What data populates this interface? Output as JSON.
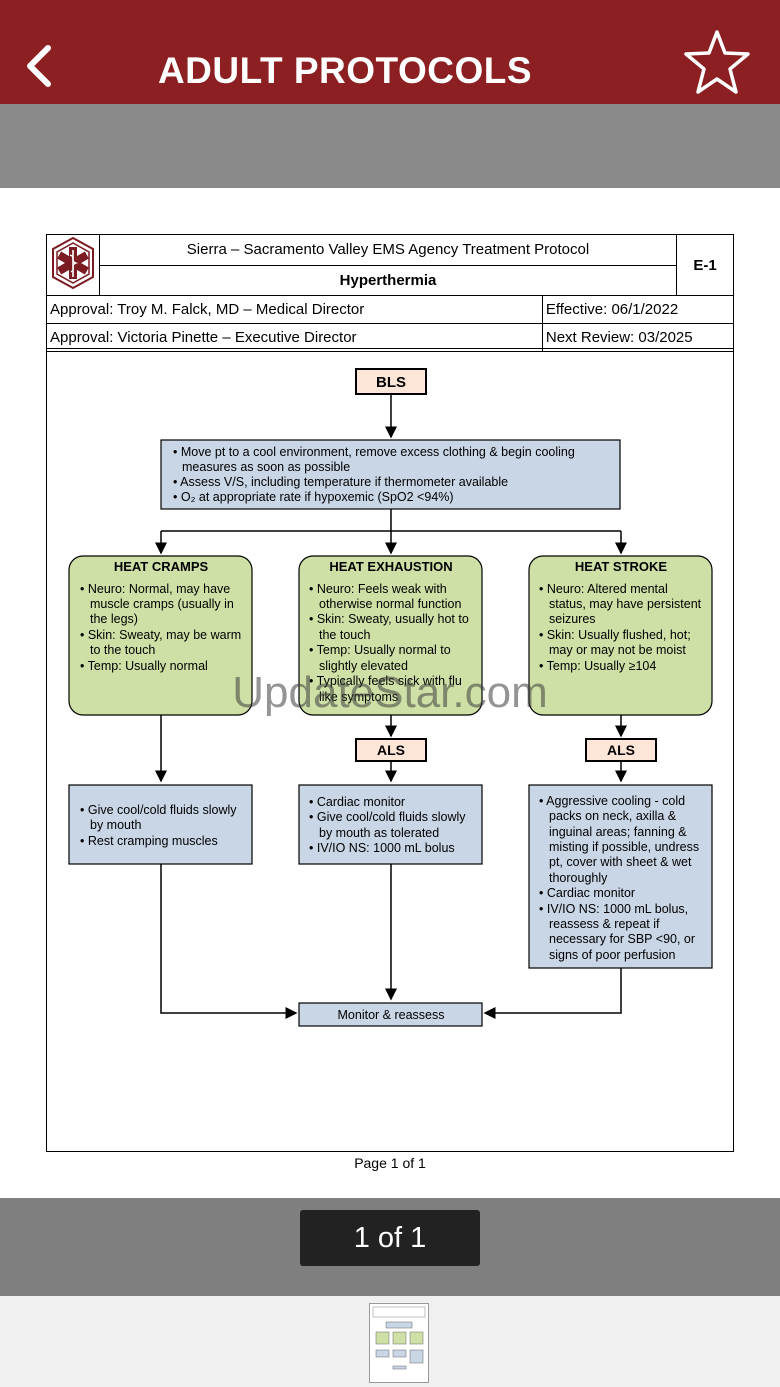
{
  "app": {
    "title": "ADULT PROTOCOLS",
    "header_color": "#8b1f21"
  },
  "document": {
    "agency": "Sierra – Sacramento Valley EMS Agency Treatment Protocol",
    "protocol_title": "Hyperthermia",
    "protocol_id": "E-1",
    "approval_1": "Approval: Troy M. Falck, MD – Medical Director",
    "effective": "Effective: 06/1/2022",
    "approval_2": "Approval: Victoria Pinette – Executive Director",
    "next_review": "Next Review: 03/2025",
    "page_footer": "Page 1 of 1"
  },
  "flowchart": {
    "bls_label": "BLS",
    "bls_box": [
      "• Move pt to a cool environment, remove excess clothing & begin cooling",
      "measures as soon as possible",
      "• Assess V/S, including temperature if thermometer available",
      "• O₂ at appropriate rate if hypoxemic (SpO2 <94%)"
    ],
    "cramps": {
      "title": "HEAT CRAMPS",
      "lines": [
        "• Neuro: Normal, may have",
        "muscle cramps (usually in",
        "the legs)",
        "• Skin: Sweaty, may be warm",
        "to the touch",
        "• Temp: Usually normal"
      ]
    },
    "exhaustion": {
      "title": "HEAT EXHAUSTION",
      "lines": [
        "• Neuro: Feels weak with",
        "otherwise normal function",
        "• Skin: Sweaty, usually hot to",
        "the touch",
        "• Temp: Usually normal to",
        "slightly elevated",
        "• Typically feels sick with flu",
        "like symptoms"
      ]
    },
    "stroke": {
      "title": "HEAT STROKE",
      "lines": [
        "• Neuro: Altered mental",
        "status, may have persistent",
        "seizures",
        "• Skin: Usually flushed, hot;",
        "may or may not be moist",
        "• Temp: Usually ≥104"
      ]
    },
    "als_label": "ALS",
    "cramps_tx": [
      "• Give cool/cold fluids slowly",
      "by mouth",
      "• Rest cramping muscles"
    ],
    "exhaustion_tx": [
      "• Cardiac monitor",
      "• Give cool/cold fluids slowly",
      "by mouth as tolerated",
      "• IV/IO NS: 1000 mL bolus"
    ],
    "stroke_tx": [
      "• Aggressive cooling - cold",
      "packs on neck, axilla &",
      "inguinal areas; fanning &",
      "misting if possible, undress",
      "pt, cover with sheet & wet",
      "thoroughly",
      "• Cardiac monitor",
      "• IV/IO NS: 1000 mL bolus,",
      "reassess & repeat if",
      "necessary for SBP <90, or",
      "signs of poor perfusion"
    ],
    "monitor": "Monitor & reassess",
    "colors": {
      "blue_box": "#c9d6e6",
      "green_box": "#cfe0a6",
      "label_box": "#fde6d8"
    }
  },
  "watermark": "UpdateStar.com",
  "pager": {
    "label": "1 of 1"
  },
  "icons": {
    "back": "chevron-left-icon",
    "favorite": "star-outline-icon",
    "logo": "star-of-life-logo"
  }
}
